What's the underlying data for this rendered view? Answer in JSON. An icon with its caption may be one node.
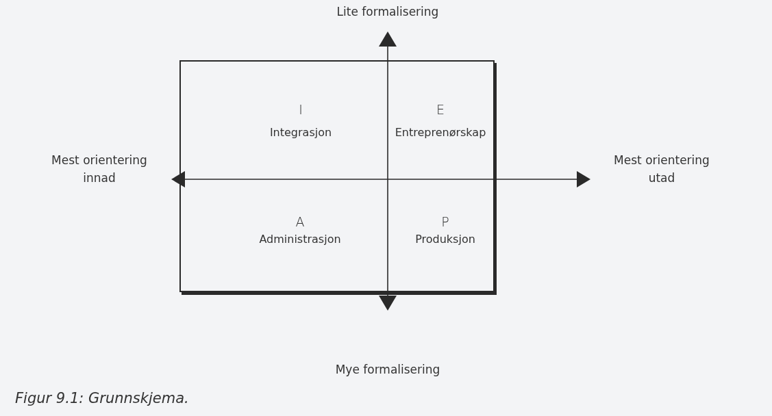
{
  "diagram": {
    "caption": "Figur 9.1: Grunnskjema.",
    "nodes": [
      {
        "text": [],
        "shape": "box"
      },
      {
        "text": [
          "I",
          "Integrasjon"
        ],
        "in": 0
      },
      {
        "text": [
          "E",
          "Entreprenørskap"
        ],
        "in": 0
      },
      {
        "text": [
          "A",
          "Administrasjon"
        ],
        "in": 0
      },
      {
        "text": [
          "P",
          "Produksjon"
        ],
        "in": 0
      }
    ],
    "labels": [
      "Lite formalisering",
      "Mest orientering innad",
      "Mest orientering utad",
      "Mye formalisering"
    ]
  }
}
